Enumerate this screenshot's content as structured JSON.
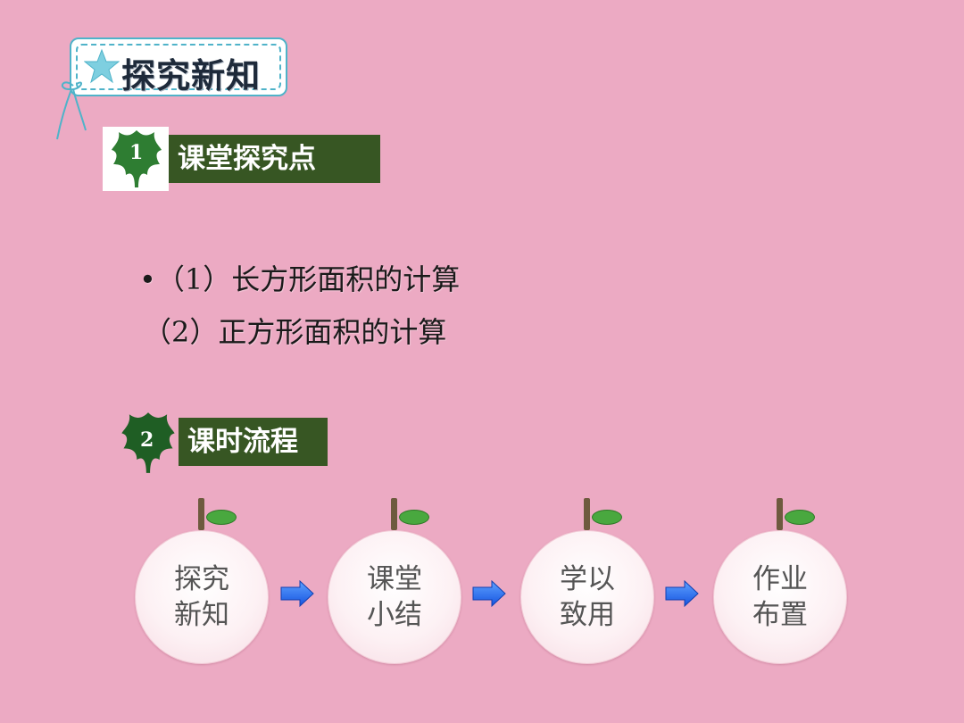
{
  "header": {
    "title": "探究新知",
    "icon": "star-icon"
  },
  "section1": {
    "number": "1",
    "label": "课堂探究点"
  },
  "content": {
    "line1": "•（1）长方形面积的计算",
    "line2": "（2）正方形面积的计算"
  },
  "section2": {
    "number": "2",
    "label": "课时流程"
  },
  "flow": {
    "steps": [
      {
        "line1": "探究",
        "line2": "新知"
      },
      {
        "line1": "课堂",
        "line2": "小结"
      },
      {
        "line1": "学以",
        "line2": "致用"
      },
      {
        "line1": "作业",
        "line2": "布置"
      }
    ]
  },
  "colors": {
    "background": "#ecaac3",
    "section_bar": "#375623",
    "leaf": "#2e7d32",
    "arrow": "#1a6cff",
    "tag_border": "#4fb3c9"
  }
}
